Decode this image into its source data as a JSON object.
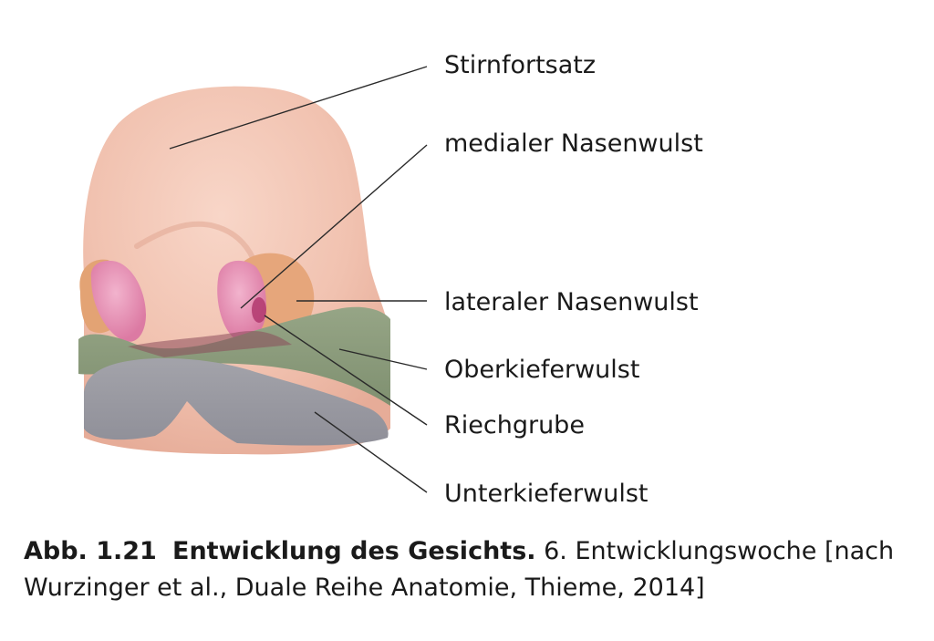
{
  "labels": {
    "stirnfortsatz": "Stirnfortsatz",
    "medialer_nasenwulst": "medialer Nasenwulst",
    "lateraler_nasenwulst": "lateraler Nasenwulst",
    "oberkieferwulst": "Oberkieferwulst",
    "riechgrube": "Riechgrube",
    "unterkieferwulst": "Unterkieferwulst"
  },
  "caption": {
    "figure_number": "Abb. 1.21",
    "title": "Entwicklung des Gesichts.",
    "text_line1": "6. Entwicklungswoche [nach",
    "text_line2": "Wurzinger et al., Duale Reihe Anatomie, Thieme, 2014]"
  },
  "colors": {
    "head": "#f2c3b3",
    "frontal_process": "#f4cdbd",
    "medial_nasal": "#e48cb2",
    "lateral_nasal": "#e6a77c",
    "maxillary": "#8c9c7c",
    "mandibular": "#9a9aa2",
    "nasal_pit": "#b2386e",
    "leader_line": "#2a2a2a"
  }
}
